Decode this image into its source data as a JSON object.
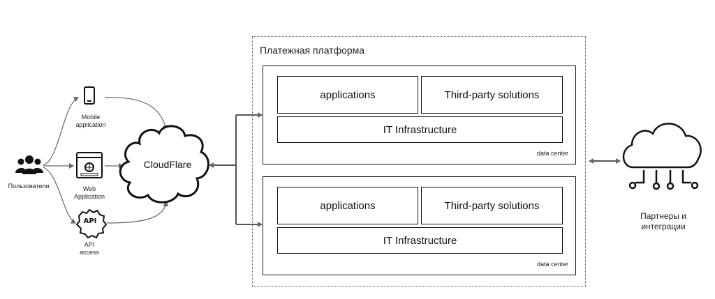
{
  "users": {
    "label": "Пользователи"
  },
  "clients": [
    {
      "label_lines": [
        "Mobile",
        "application"
      ]
    },
    {
      "label_lines": [
        "Web",
        "Application"
      ]
    },
    {
      "label_lines": [
        "API",
        "access"
      ],
      "icon_text": "API"
    }
  ],
  "cloudflare": {
    "label": "CloudFlare"
  },
  "platform": {
    "title": "Платежная платформа",
    "datacenters": [
      {
        "boxes": {
          "applications": "applications",
          "third_party": "Third-party solutions",
          "infrastructure": "IT Infrastructure"
        },
        "label": "data center"
      },
      {
        "boxes": {
          "applications": "applications",
          "third_party": "Third-party solutions",
          "infrastructure": "IT Infrastructure"
        },
        "label": "data center"
      }
    ]
  },
  "partners": {
    "label_lines": [
      "Партнеры и",
      "интеграции"
    ]
  },
  "colors": {
    "line": "#666666",
    "stroke": "#111111"
  }
}
